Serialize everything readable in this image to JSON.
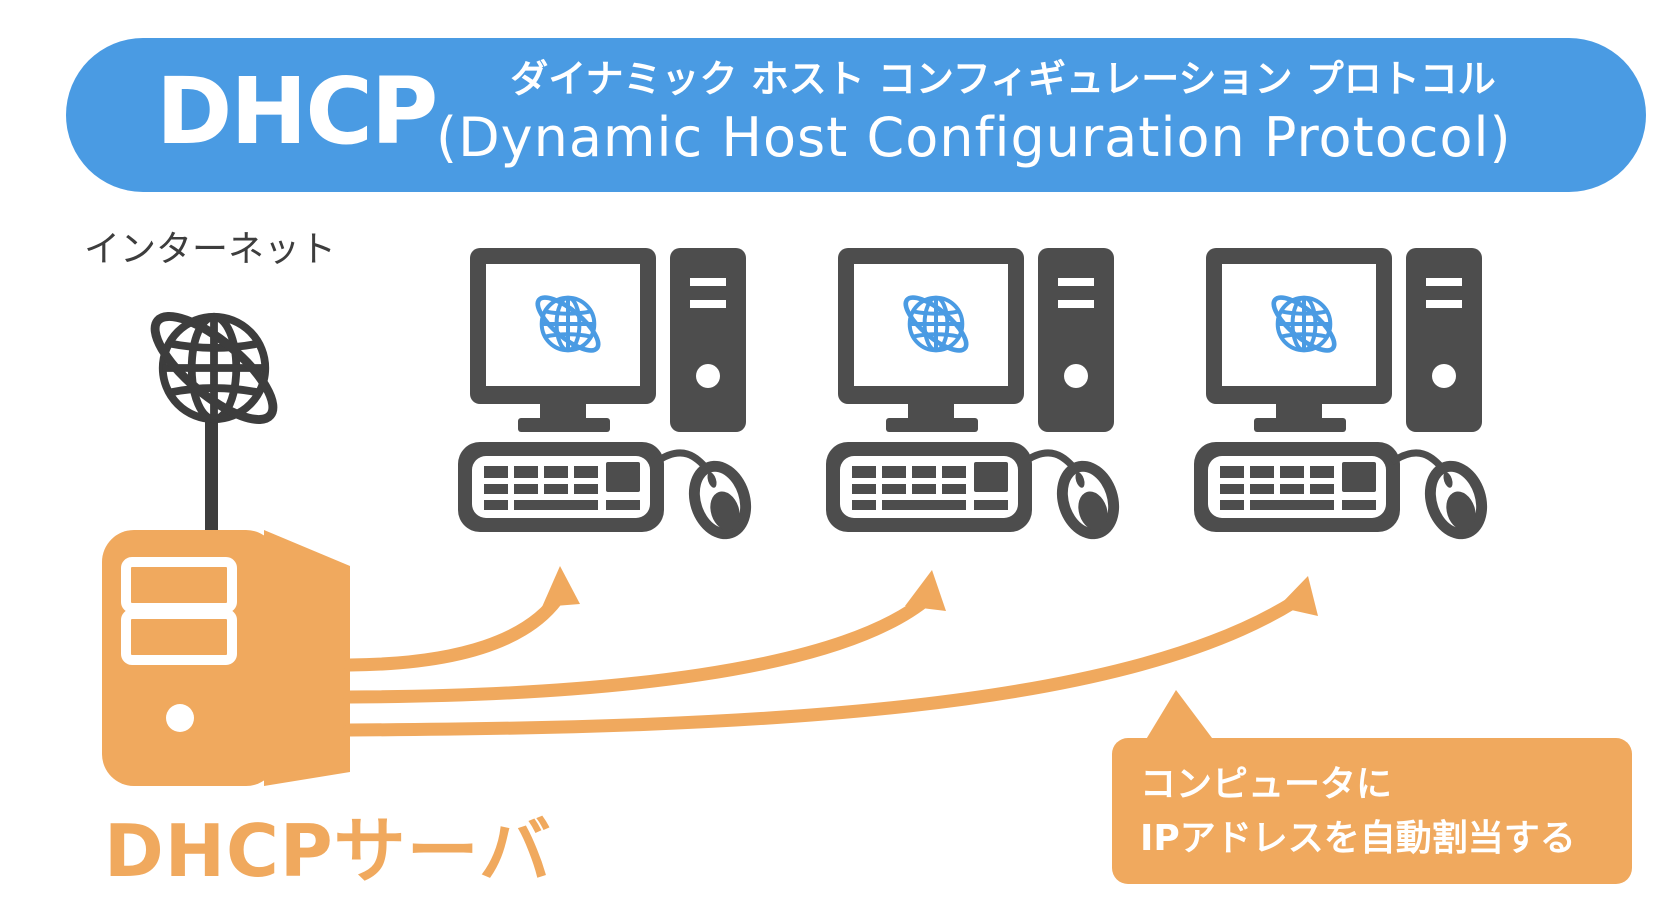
{
  "banner": {
    "acronym": "DHCP",
    "reading": "ダイナミック ホスト コンフィギュレーション プロトコル",
    "full_name": "(Dynamic Host Configuration Protocol)"
  },
  "internet": {
    "label": "インターネット",
    "icon": "globe-icon"
  },
  "server": {
    "label": "DHCPサーバ",
    "icon": "server-tower-icon"
  },
  "clients": [
    {
      "icon": "desktop-computer-icon"
    },
    {
      "icon": "desktop-computer-icon"
    },
    {
      "icon": "desktop-computer-icon"
    }
  ],
  "callout": {
    "line1": "コンピュータに",
    "line2": "IPアドレスを自動割当する"
  },
  "colors": {
    "banner": "#4a9be3",
    "server": "#f0a95e",
    "device": "#4d4d4d",
    "screen_globe": "#4a9be3",
    "text_dark": "#3d3d3d",
    "white": "#ffffff"
  }
}
